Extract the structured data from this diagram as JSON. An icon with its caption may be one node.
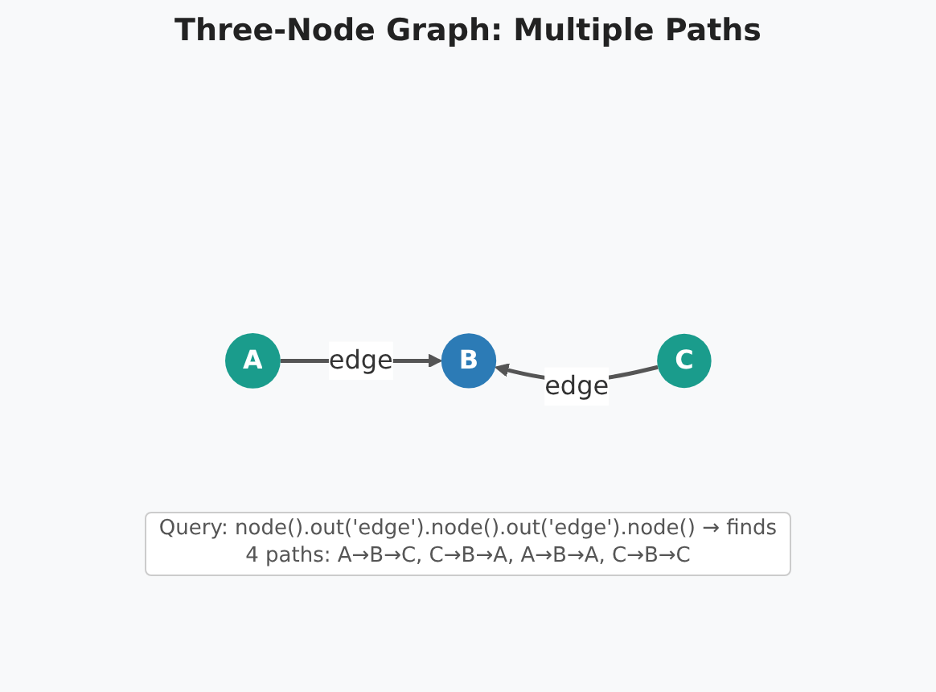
{
  "diagram": {
    "title": "Three-Node Graph: Multiple Paths",
    "nodes": [
      {
        "text": [
          "A"
        ]
      },
      {
        "text": [
          "B"
        ]
      },
      {
        "text": [
          "C"
        ]
      }
    ],
    "edges": [
      {
        "from": 0,
        "to": 1,
        "arrow": "to",
        "label": "edge"
      },
      {
        "from": 2,
        "to": 1,
        "arrow": "to",
        "label": "edge"
      }
    ],
    "labels": [
      "Query: node().out('edge').node().out('edge').node() → finds 4 paths: A→B→C, C→B→A, A→B→A, C→B→C"
    ]
  }
}
